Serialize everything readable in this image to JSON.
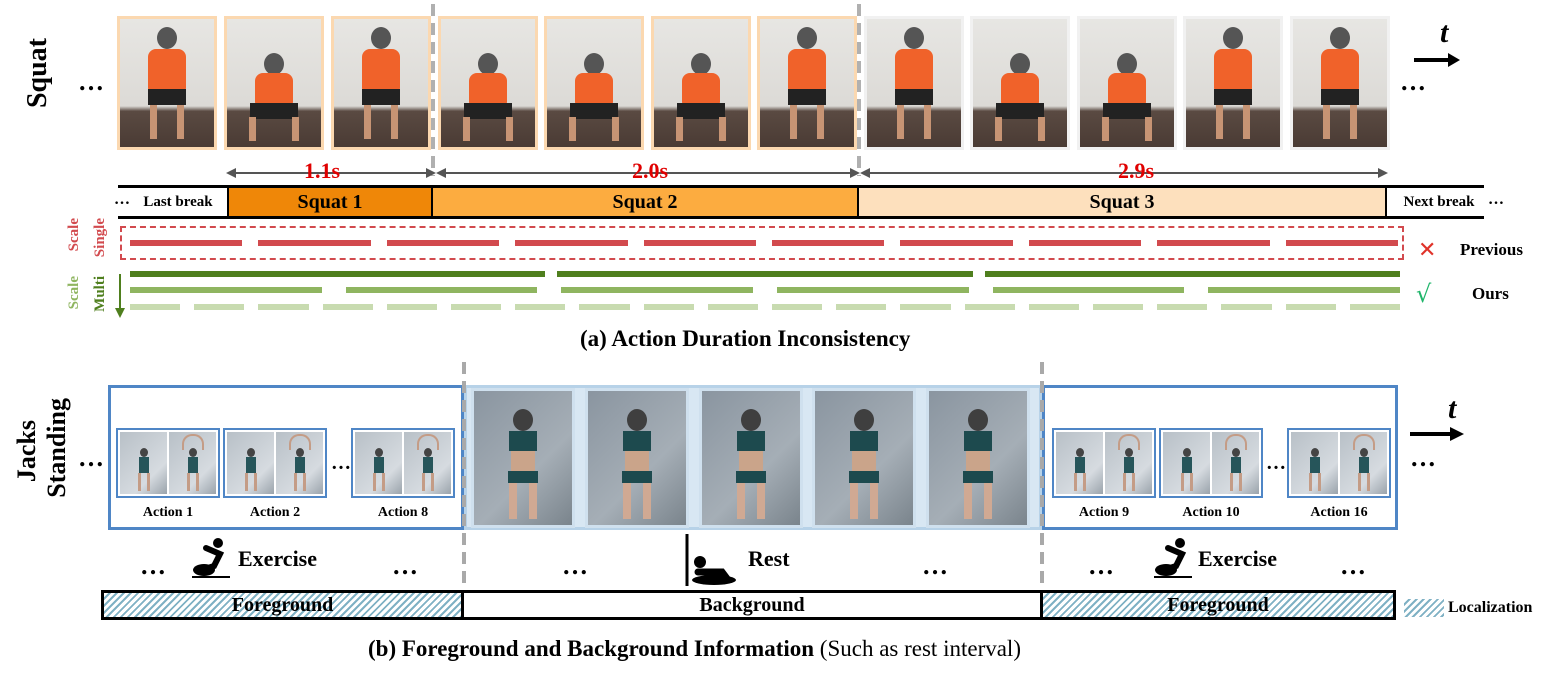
{
  "squat_section": {
    "row_label": "Squat",
    "time_axis": "t",
    "ellipsis": "…",
    "durations": [
      "1.1s",
      "2.0s",
      "2.9s"
    ],
    "segments": [
      "Last break",
      "Squat 1",
      "Squat 2",
      "Squat 3",
      "Next break"
    ],
    "ellipsis_text": "…",
    "left_labels": {
      "single": "Single",
      "scale1": "Scale",
      "multi": "Multi",
      "scale2": "Scale"
    },
    "previous": {
      "mark": "✕",
      "label": "Previous"
    },
    "ours": {
      "mark": "√",
      "label": "Ours"
    },
    "caption_prefix": "(a)",
    "caption_title": "Action Duration Inconsistency"
  },
  "jacks_section": {
    "row_label_1": "Standing",
    "row_label_2": "Jacks",
    "time_axis": "t",
    "ellipsis": "…",
    "action_labels_left": [
      "Action 1",
      "Action 2",
      "Action 8"
    ],
    "action_labels_right": [
      "Action 9",
      "Action 10",
      "Action 16"
    ],
    "states": {
      "exercise": "Exercise",
      "rest": "Rest"
    },
    "bar": {
      "foreground": "Foreground",
      "background": "Background"
    },
    "legend": "Localization",
    "caption_prefix": "(b)",
    "caption_title": "Foreground and Background Information",
    "caption_suffix": "(Such as rest interval)"
  },
  "colors": {
    "squat1": "#ef8708",
    "squat2": "#fcac40",
    "squat3": "#fde0bd",
    "previous": "#d24a4e",
    "ours_dark": "#4f7f1e",
    "ours_mid": "#8fb560",
    "ours_light": "#c8dbb0",
    "duration": "#e00000",
    "box_border": "#4f86c6"
  }
}
